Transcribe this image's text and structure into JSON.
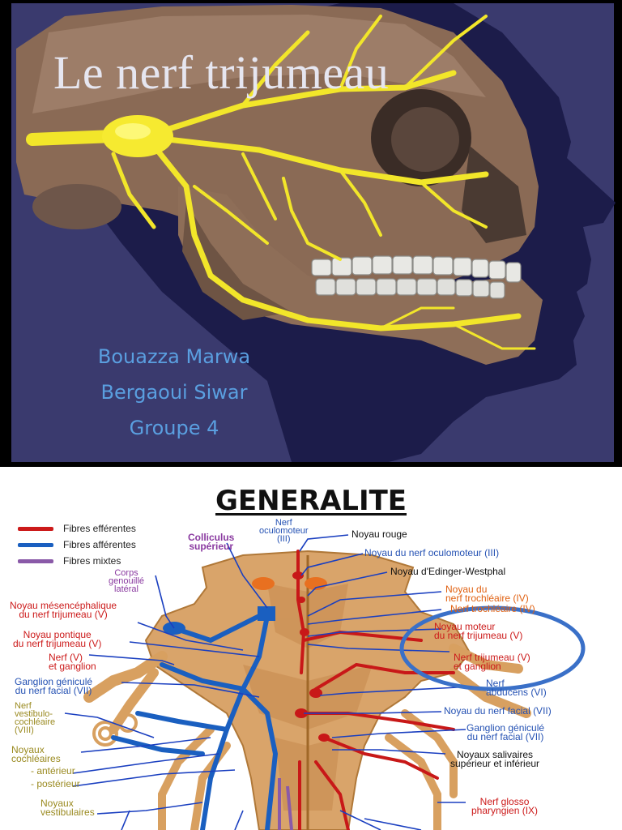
{
  "slide1": {
    "title": "Le nerf trijumeau",
    "authors": [
      "Bouazza Marwa",
      "Bergaoui Siwar",
      "Groupe 4"
    ]
  },
  "slide2": {
    "heading": "GENERALITE",
    "legend": [
      {
        "label": "Fibres efférentes",
        "color": "#cc1a1a"
      },
      {
        "label": "Fibres afférentes",
        "color": "#1a5fc0"
      },
      {
        "label": "Fibres mixtes",
        "color": "#8a5aa8"
      }
    ],
    "labels": {
      "colliculus": "Colliculus\nsupérieur",
      "nerf_oculomoteur": "Nerf\noculomoteur\n(III)",
      "noyau_rouge": "Noyau rouge",
      "noyau_oculomoteur": "Noyau du nerf oculomoteur (III)",
      "edinger": "Noyau d'Edinger-Westphal",
      "corps_genouille": "Corps\ngenouillé\nlatéral",
      "noyau_trochleaire": "Noyau du\nnerf trochléaire (IV)",
      "nerf_trochleaire": "Nerf trochléaire (IV)",
      "noyau_mesencephalique": "Noyau mésencéphalique\ndu nerf trijumeau (V)",
      "noyau_moteur": "Noyau moteur\ndu nerf trijumeau (V)",
      "noyau_pontique": "Noyau pontique\ndu nerf trijumeau (V)",
      "nerf_ganglion_left": "Nerf (V)\net ganglion",
      "nerf_trijumeau": "Nerf trijumeau (V)\net ganglion",
      "ganglion_genicule_left": "Ganglion géniculé\ndu nerf facial (VII)",
      "nerf_abducens": "Nerf\nabducens (VI)",
      "nerf_vestibulo": "Nerf\nvestibulo-\ncochléaire\n(VIII)",
      "noyau_facial": "Noyau du nerf facial (VII)",
      "ganglion_genicule_right": "Ganglion géniculé\ndu nerf facial (VII)",
      "noyaux_cochleaires": "Noyaux\ncochléaires",
      "anterieur": "- antérieur",
      "posterieur": "- postérieur",
      "noyaux_salivaires": "Noyaux salivaires\nsupérieur et inférieur",
      "noyaux_vestibulaires": "Noyaux\nvestibulaires",
      "nerf_glosso": "Nerf glosso\npharyngien (IX)"
    }
  }
}
